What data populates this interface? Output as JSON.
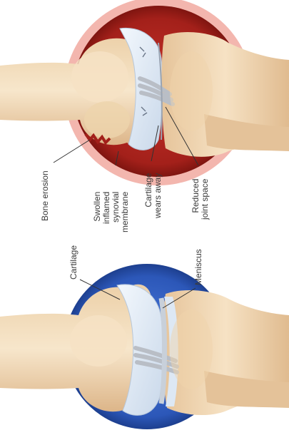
{
  "diagram": {
    "arthritic_knee": {
      "labels": {
        "bone_erosion": "Bone erosion",
        "swollen_synovial": "Swollen\ninflamed\nsynovial\nmembrane",
        "cartilage_wears": "Cartilage\nwears away",
        "reduced_space": "Reduced\njoint space"
      }
    },
    "healthy_knee": {
      "labels": {
        "cartilage": "Cartilage",
        "meniscus": "Meniscus"
      }
    },
    "colors": {
      "bone": "#f1d6b0",
      "bone_shade": "#dcb487",
      "inflamed_synovium": "#b2261d",
      "synovium_rim": "#f3b6ae",
      "healthy_synovium": "#2f60c4",
      "cartilage": "#dde8f4",
      "ligament": "#b9bec6",
      "leader_line": "#333333"
    }
  }
}
